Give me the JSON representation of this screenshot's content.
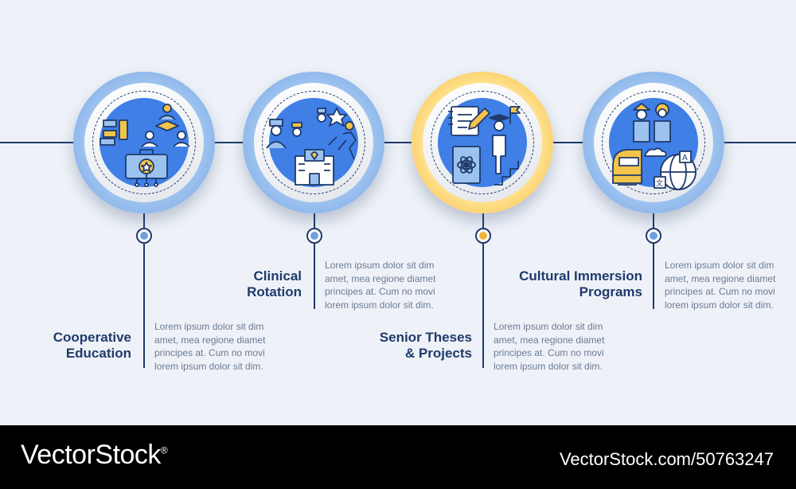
{
  "steps": [
    {
      "title_line1": "Cooperative",
      "title_line2": "Education",
      "body": [
        "Lorem ipsum dolor sit dim",
        "amet, mea regione diamet",
        "principes at. Cum no movi",
        "lorem ipsum dolor sit dim."
      ],
      "icon": "teamwork-education-icon",
      "accent": "#6f9fe0"
    },
    {
      "title_line1": "Clinical",
      "title_line2": "Rotation",
      "body": [
        "Lorem ipsum dolor sit dim",
        "amet, mea regione diamet",
        "principes at. Cum no movi",
        "lorem ipsum dolor sit dim."
      ],
      "icon": "hospital-staff-icon",
      "accent": "#6f9fe0"
    },
    {
      "title_line1": "Senior Theses",
      "title_line2": "& Projects",
      "body": [
        "Lorem ipsum dolor sit dim",
        "amet, mea regione diamet",
        "principes at. Cum no movi",
        "lorem ipsum dolor sit dim."
      ],
      "icon": "graduate-research-icon",
      "accent": "#f3b43a"
    },
    {
      "title_line1": "Cultural Immersion",
      "title_line2": "Programs",
      "body": [
        "Lorem ipsum dolor sit dim",
        "amet, mea regione diamet",
        "principes at. Cum no movi",
        "lorem ipsum dolor sit dim."
      ],
      "icon": "travel-language-icon",
      "accent": "#6f9fe0"
    }
  ],
  "footer": {
    "brand": "VectorStock",
    "brand_mark": "®",
    "url": "VectorStock.com/50763247"
  },
  "colors": {
    "navy": "#1f3a6b",
    "blue": "#3f7fe6",
    "light_blue": "#9cc2ef",
    "gold": "#f3b43a",
    "background": "#eef2f8"
  }
}
